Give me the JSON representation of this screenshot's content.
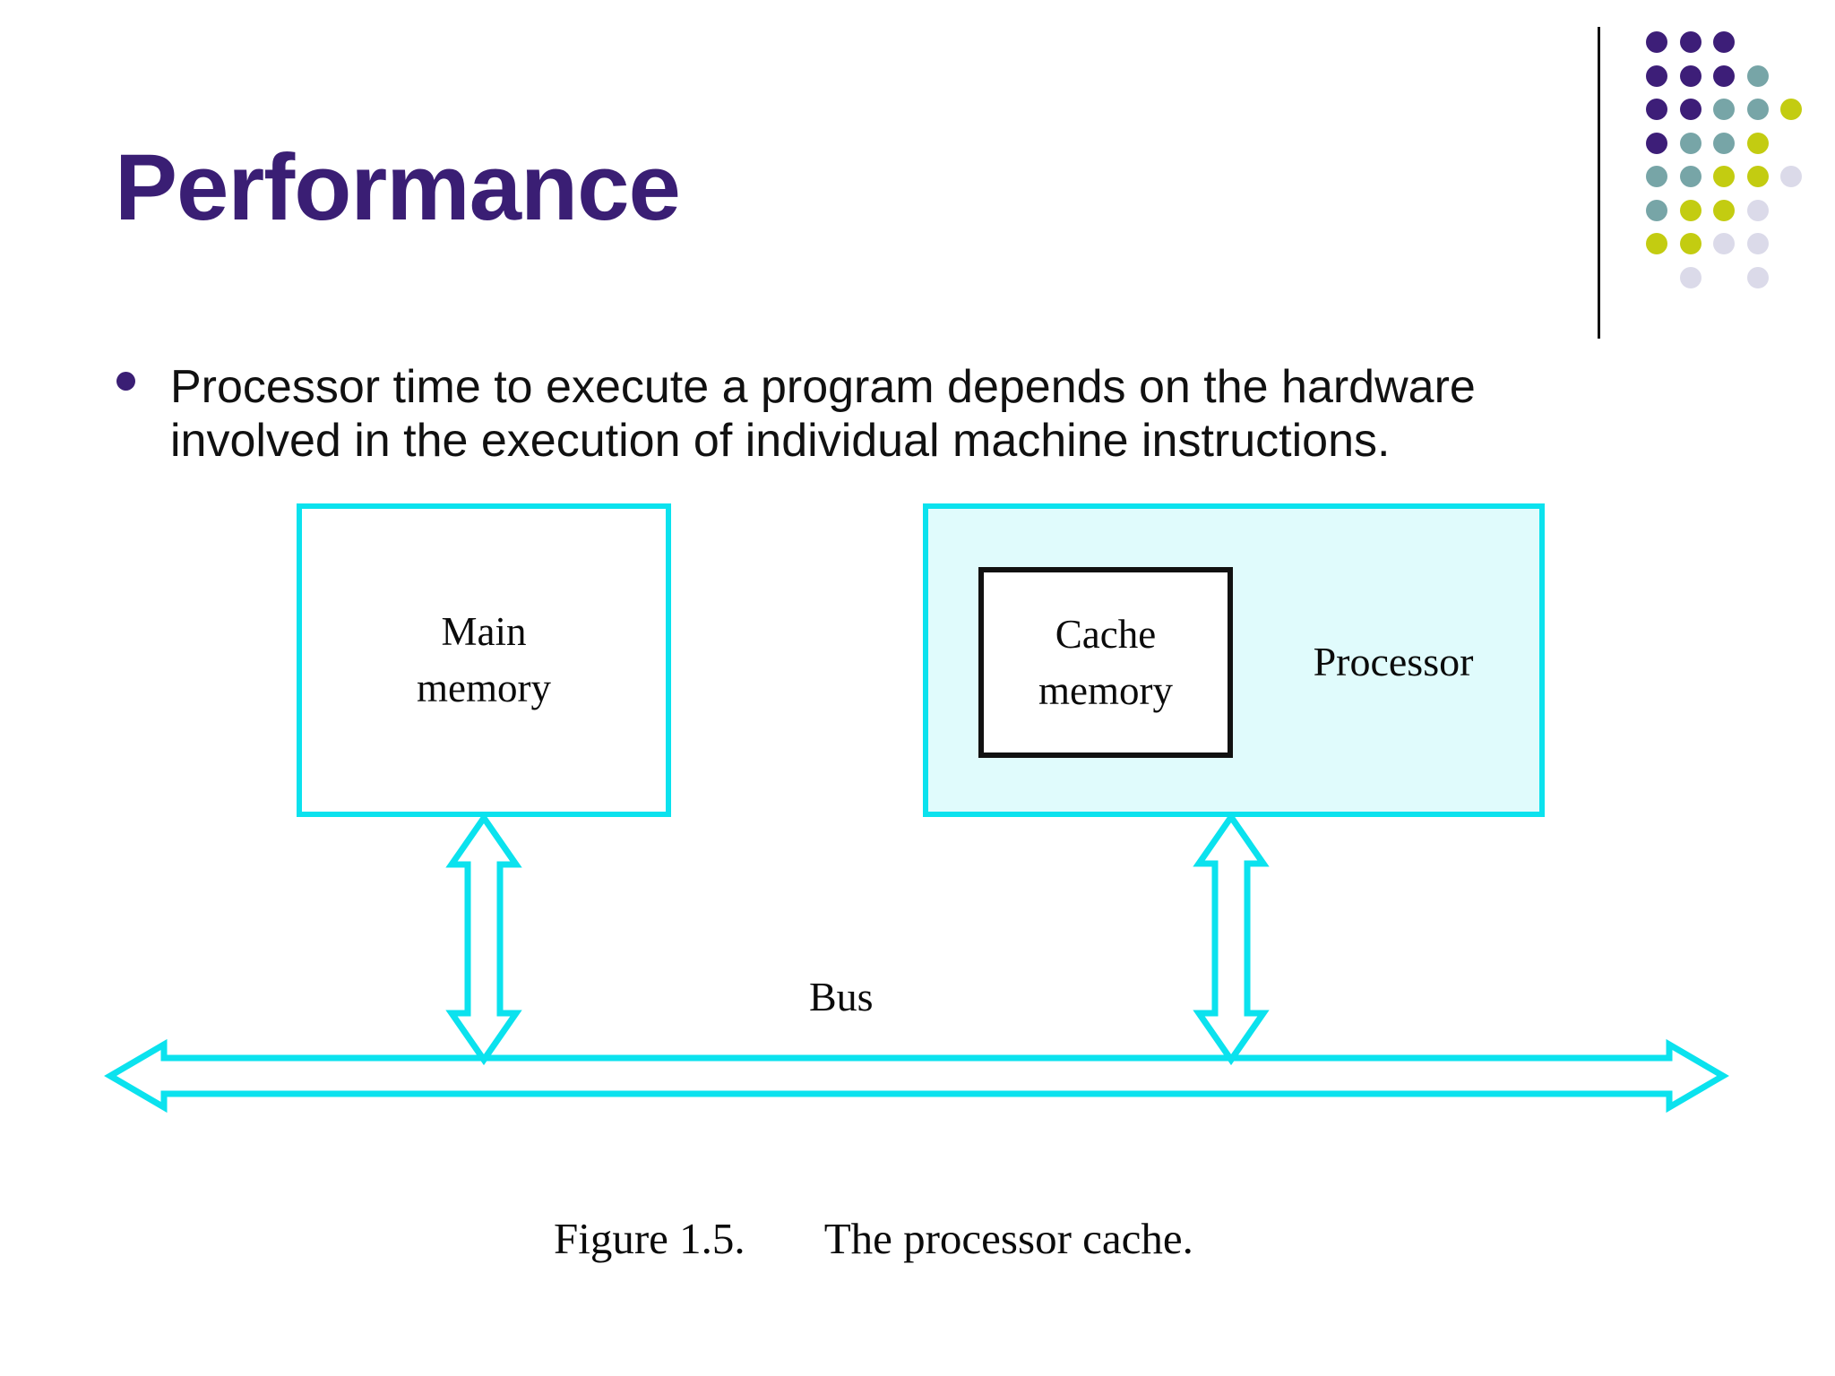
{
  "slide": {
    "title": "Performance",
    "bullet": {
      "marker": "•",
      "line1": "Processor time to execute a program depends on the hardware",
      "line2": "involved in the execution of individual machine instructions."
    }
  },
  "diagram": {
    "main_memory": {
      "line1": "Main",
      "line2": "memory"
    },
    "cache_memory": {
      "line1": "Cache",
      "line2": "memory"
    },
    "processor_label": "Processor",
    "bus_label": "Bus"
  },
  "caption": {
    "figure_label": "Figure 1.5.",
    "text": "The processor cache."
  },
  "decoration": {
    "dot_colors": {
      "purple": "#3D1E78",
      "teal": "#77A5A7",
      "yellow": "#C3CC11",
      "lavender": "#DBDAE9"
    },
    "dot_rows": [
      [
        "purple",
        "purple",
        "purple",
        "",
        ""
      ],
      [
        "purple",
        "purple",
        "purple",
        "teal",
        ""
      ],
      [
        "purple",
        "purple",
        "teal",
        "teal",
        "yellow"
      ],
      [
        "purple",
        "teal",
        "teal",
        "yellow",
        ""
      ],
      [
        "teal",
        "teal",
        "yellow",
        "yellow",
        "lavender"
      ],
      [
        "teal",
        "yellow",
        "yellow",
        "lavender",
        ""
      ],
      [
        "yellow",
        "yellow",
        "lavender",
        "lavender",
        ""
      ],
      [
        "",
        "lavender",
        "",
        "lavender",
        ""
      ]
    ]
  },
  "theme": {
    "title_color": "#3A1E74",
    "accent_cyan": "#0BE2EE",
    "processor_fill": "#E0FBFC",
    "text_color": "#111111"
  }
}
